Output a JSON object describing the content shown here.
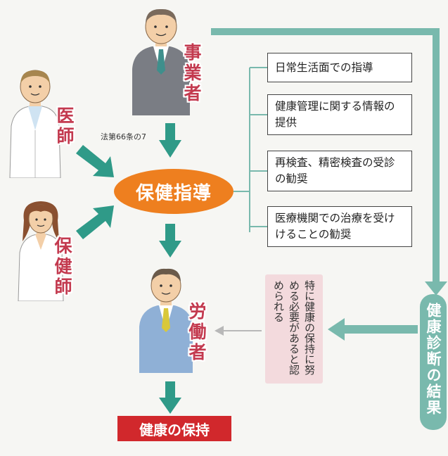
{
  "employer_label": [
    "事",
    "業",
    "者"
  ],
  "doctor_label": [
    "医",
    "師"
  ],
  "nurse_label": [
    "保",
    "健",
    "師"
  ],
  "worker_label": [
    "労",
    "働",
    "者"
  ],
  "law_note": "法第66条の7",
  "center_label": "保健指導",
  "guidance_items": [
    "日常生活面での指導",
    "健康管理に関する情報の提供",
    "再検査、精密検査の受診の勧奨",
    "医療機関での治療を受けけることの勧奨"
  ],
  "condition_note": "特に健康の保持に努める必要があると認められる",
  "checkup_result": "健康診断の結果",
  "outcome_label": "健康の保持",
  "colors": {
    "teal": "#79b9ad",
    "arrow": "#2f9a88",
    "orange": "#ee7f1f",
    "red": "#d1282c",
    "label": "#c33a4f"
  }
}
